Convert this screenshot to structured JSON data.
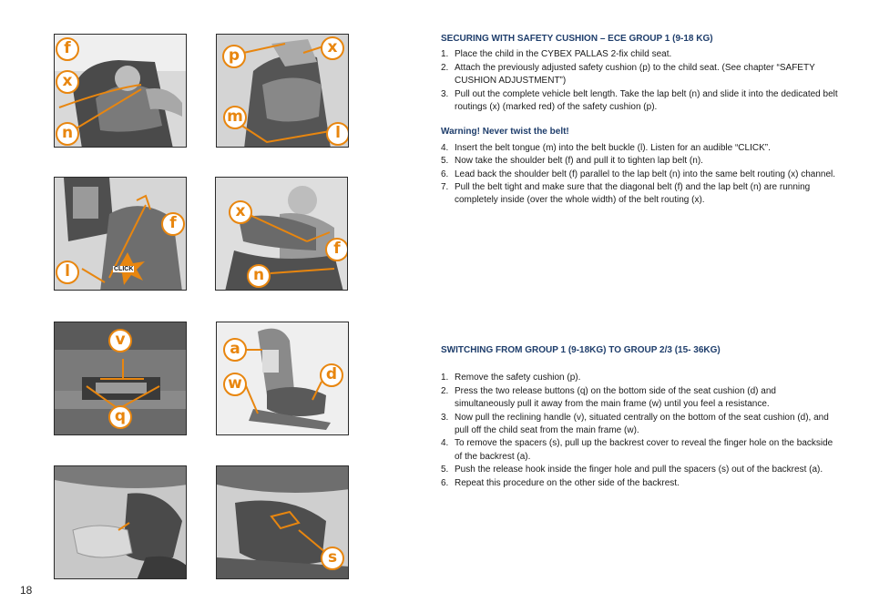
{
  "page_number": "18",
  "colors": {
    "accent": "#e8860f",
    "heading": "#1e3d6b"
  },
  "figures": [
    {
      "labels": [
        "f",
        "x",
        "n"
      ]
    },
    {
      "labels": [
        "p",
        "x",
        "m",
        "l"
      ]
    },
    {
      "labels": [
        "f",
        "l"
      ],
      "stamp": "CLICK"
    },
    {
      "labels": [
        "x",
        "f",
        "n"
      ]
    },
    {
      "labels": [
        "v",
        "q"
      ]
    },
    {
      "labels": [
        "a",
        "w",
        "d"
      ]
    },
    {
      "labels": []
    },
    {
      "labels": [
        "s"
      ]
    }
  ],
  "section1": {
    "heading": "SECURING WITH SAFETY CUSHION – ECE GROUP 1 (9-18 KG)",
    "steps": [
      {
        "num": "1.",
        "text": "Place the child in the CYBEX PALLAS 2-fix child seat."
      },
      {
        "num": "2.",
        "text": "Attach the previously adjusted safety cushion (p) to the child seat. (See chapter “SAFETY CUSHION ADJUSTMENT”)"
      },
      {
        "num": "3.",
        "text": "Pull out the complete vehicle belt length. Take the lap belt (n) and slide it into the dedicated belt routings (x) (marked red) of the safety cushion (p)."
      }
    ],
    "warning": "Warning! Never twist the belt!",
    "steps2": [
      {
        "num": "4.",
        "text": "Insert the belt tongue (m) into the belt buckle (l). Listen for an audible “CLICK”."
      },
      {
        "num": "5.",
        "text": "Now take the shoulder belt (f) and pull it to tighten lap belt (n)."
      },
      {
        "num": "6.",
        "text": "Lead back the shoulder belt (f) parallel to the lap belt (n) into the same belt routing (x) channel."
      },
      {
        "num": "7.",
        "text": "Pull the belt tight and make sure that the diagonal belt (f) and the lap belt (n) are running completely inside (over the whole width) of the belt routing (x)."
      }
    ]
  },
  "section2": {
    "heading": "SWITCHING FROM GROUP 1 (9-18KG) TO GROUP 2/3 (15- 36KG)",
    "steps": [
      {
        "num": "1.",
        "text": "Remove the safety cushion (p)."
      },
      {
        "num": "2.",
        "text": "Press the two release buttons (q) on the bottom side of the seat cushion (d) and simultaneously pull it away from the main frame (w) until you feel a resistance."
      },
      {
        "num": "3.",
        "text": "Now pull the reclining handle (v), situated centrally on the bottom of the seat cushion (d), and pull off the child seat from the main frame (w)."
      },
      {
        "num": "4.",
        "text": "To remove the spacers (s), pull up the backrest cover to reveal the finger hole on the backside of the backrest (a)."
      },
      {
        "num": "5.",
        "text": "Push the release hook inside the finger hole and pull the spacers (s) out of the backrest (a)."
      },
      {
        "num": "6.",
        "text": "Repeat this procedure on the other side of the backrest."
      }
    ]
  }
}
